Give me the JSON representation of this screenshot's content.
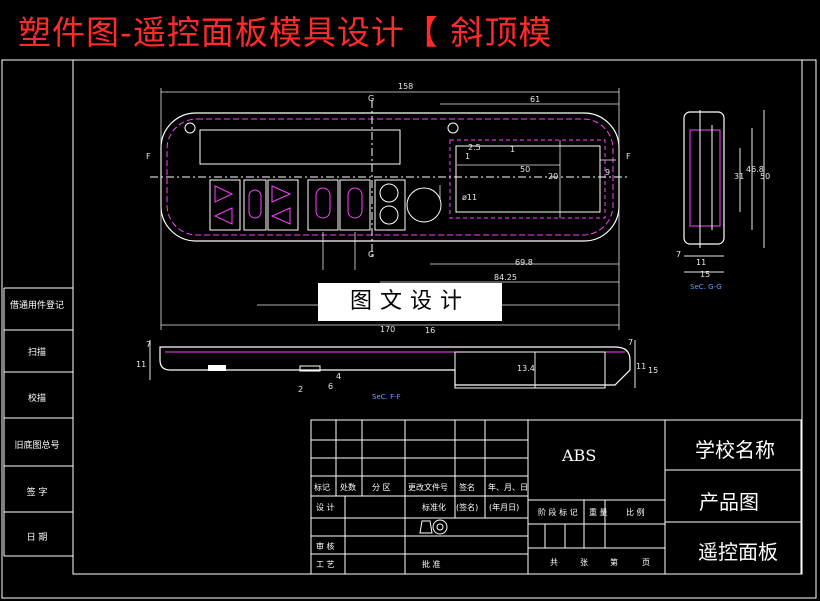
{
  "title": "塑件图-遥控面板模具设计【 斜顶模",
  "banner": "图文设计",
  "side_labels": [
    "借通用件登记",
    "扫描",
    "校描",
    "旧底图总号",
    "签 字",
    "日 期"
  ],
  "dimensions": {
    "d158": "158",
    "d61": "61",
    "d25": "2.5",
    "d1a": "1",
    "d1b": "1",
    "d50": "50",
    "d20": "20",
    "d9": "9",
    "d11": "ø11",
    "d698": "69.8",
    "d8425": "84.25",
    "d170": "170",
    "d16": "16",
    "d7a": "7",
    "d11b": "11",
    "d4": "4",
    "d2": "2",
    "d6": "6",
    "d134": "13.4",
    "d7b": "7",
    "d11c": "11",
    "d15a": "15",
    "d31": "31",
    "d468": "46.8",
    "d50b": "50",
    "d7c": "7",
    "d11d": "11",
    "d15b": "15"
  },
  "view_labels": {
    "g_top": "G",
    "g_bottom": "G",
    "f_left": "F",
    "f_right": "F"
  },
  "sections": {
    "ff": "SeC. F-F",
    "gg": "SeC. G-G"
  },
  "title_block": {
    "headers": [
      "标记",
      "处数",
      "分 区",
      "更改文件号",
      "签名",
      "年、月、日"
    ],
    "row_design": [
      "设 计",
      "标准化",
      "(签名)",
      "(年月日)"
    ],
    "row_review": "审 核",
    "row_process": "工 艺",
    "row_approve": "批 准",
    "material": "ABS",
    "stage_headers": [
      "阶 段 标 记",
      "重 量",
      "比 例"
    ],
    "sheet": [
      "共",
      "张",
      "第",
      "页"
    ],
    "school": "学校名称",
    "product_drawing": "产品图",
    "part_name": "遥控面板"
  },
  "colors": {
    "title": "#ff2a2a",
    "outline": "#ffffff",
    "dim": "#e8e8e8",
    "inner": "#ff40ff",
    "section_text": "#6aa0ff"
  }
}
